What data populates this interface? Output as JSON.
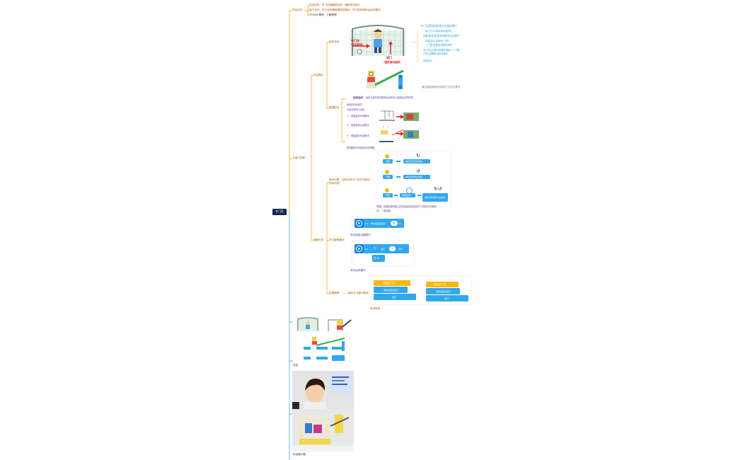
{
  "root": {
    "label": "守门员"
  },
  "section_intro": {
    "label": "项目目标",
    "items": [
      "知识目标：学习传感器的结构，编程发送指令",
      "能力目标：学习传感器数据相关模块，学习控制电机运动的模块",
      "STEAM 素养：了解物理"
    ]
  },
  "section_plan": {
    "label": "方案与流程",
    "work_display": {
      "label": "作品展示",
      "structure": {
        "label": "结构分析",
        "callout_left": "守门员",
        "callout_left_sub": "（左右移动）",
        "callout_right": "球门",
        "callout_right_sub": "（固定运动结构）"
      },
      "questions": [
        "守门员是如何实现左右移动的？",
        "用了什么齿轮传动结构？",
        "齿轮和齿条是怎样配合运动的？",
        "电机怎么控制守门员？",
        "门是怎样实现转动的？",
        "守门员左右移动需要先搭建一个门框，",
        "门框上面要安装传动部件",
        "实践结论"
      ],
      "robot_note": "通过齿轮齿条机构实现守门员左右移动",
      "principle": {
        "label": "原理探究",
        "title": "齿轮齿条",
        "desc": "齿轮与齿条是将旋转运动转化为直线运动的机构",
        "subtitle": "齿轮传动结构",
        "sub2": "大齿轮带动小齿轮",
        "steps": [
          "①、搭建齿轮传动模块",
          "②、搭建齿条运动模块",
          "③、搭建组合传动模块"
        ],
        "footer": "根据图示完成齿轮的搭建"
      }
    },
    "program": {
      "label": "编程任务",
      "question": {
        "label": "思考问题：如何实现守门员左右移动",
        "label2": "的动作呢？"
      },
      "flows": [
        {
          "start": "开始",
          "action": "电机正转向右移动"
        },
        {
          "start": "开始",
          "action": "电机反转向左移动"
        },
        {
          "start": "开始",
          "sensor": "按键检测",
          "action": "电机正转/反转 左右移动"
        }
      ],
      "flow_note": "思路：按键控制电机正转或者反转实现守门员的左右移动",
      "flow_note2": "动，一直重复",
      "module_learning": {
        "label": "学习编程模块"
      },
      "block1": {
        "prefix": "A ▾",
        "text": "电机速度设置为",
        "value": "50",
        "suffix": "%"
      },
      "block1_caption": "电机速度设置模块",
      "block2": {
        "prefix": "A ▾",
        "text": "运行",
        "value": "1",
        "unit": "圈 ▾"
      },
      "block2_caption": "电机运转模块",
      "tasks": {
        "label": "拓展编程",
        "desc": "——编写左右移动程序"
      },
      "program_left_header": "当按钮按下时",
      "program_left_rows": [
        "电机速度设置为",
        "运行"
      ],
      "program_right_header": "当按钮按下时",
      "program_right_rows": [
        "电机速度设置为",
        "运行"
      ],
      "program_caption": "参考程序"
    }
  },
  "summary": {
    "caption": "总结"
  },
  "gallery": {
    "caption": "作品展示图"
  },
  "colors": {
    "root_bg": "#142850",
    "line": "#f0a000",
    "line_blue": "#29a3d6",
    "block": "#33a7ee",
    "block_header": "#f5b80a",
    "red": "#e02020"
  }
}
